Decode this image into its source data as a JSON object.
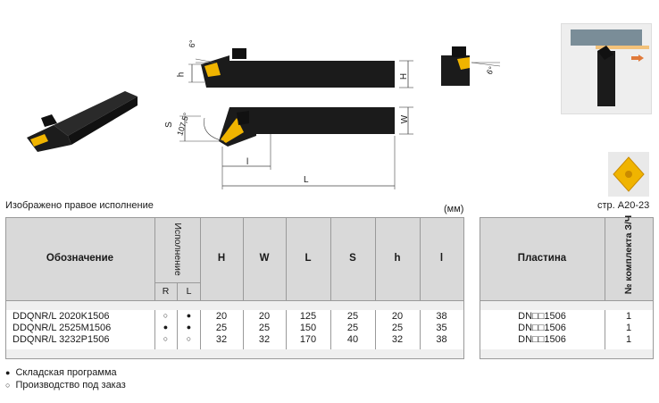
{
  "drawing": {
    "dim_labels": {
      "angle_front": "6°",
      "angle_side": "6°",
      "h": "h",
      "H": "H",
      "W": "W",
      "S": "S",
      "angle_107": "107,5°",
      "l": "l",
      "L": "L"
    }
  },
  "caption_left": "Изображено правое исполнение",
  "caption_units": "(мм)",
  "insert_ref": "стр. A20-23",
  "table": {
    "headers": {
      "designation": "Обозначение",
      "version": "Исполнение",
      "version_r": "R",
      "version_l": "L",
      "H": "H",
      "W": "W",
      "L": "L",
      "S": "S",
      "h": "h",
      "l": "l"
    },
    "rows": [
      {
        "designation": "DDQNR/L 2020K1506",
        "r": "○",
        "l": "●",
        "H": "20",
        "W": "20",
        "L": "125",
        "S": "25",
        "h": "20",
        "l_val": "38"
      },
      {
        "designation": "DDQNR/L 2525M1506",
        "r": "●",
        "l": "●",
        "H": "25",
        "W": "25",
        "L": "150",
        "S": "25",
        "h": "25",
        "l_val": "35"
      },
      {
        "designation": "DDQNR/L 3232P1506",
        "r": "○",
        "l": "○",
        "H": "32",
        "W": "32",
        "L": "170",
        "S": "40",
        "h": "32",
        "l_val": "38"
      }
    ]
  },
  "table2": {
    "headers": {
      "insert": "Пластина",
      "kit": "№ комплекта З/Ч"
    },
    "rows": [
      {
        "insert": "DN□□1506",
        "kit": "1"
      },
      {
        "insert": "DN□□1506",
        "kit": "1"
      },
      {
        "insert": "DN□□1506",
        "kit": "1"
      }
    ]
  },
  "legend": [
    {
      "symbol": "●",
      "text": "Складская программа"
    },
    {
      "symbol": "○",
      "text": "Производство под заказ"
    }
  ],
  "colors": {
    "insert": "#f0b400",
    "header_bg": "#d9d9d9",
    "row_alt": "#efefef",
    "border": "#9a9a9a"
  }
}
